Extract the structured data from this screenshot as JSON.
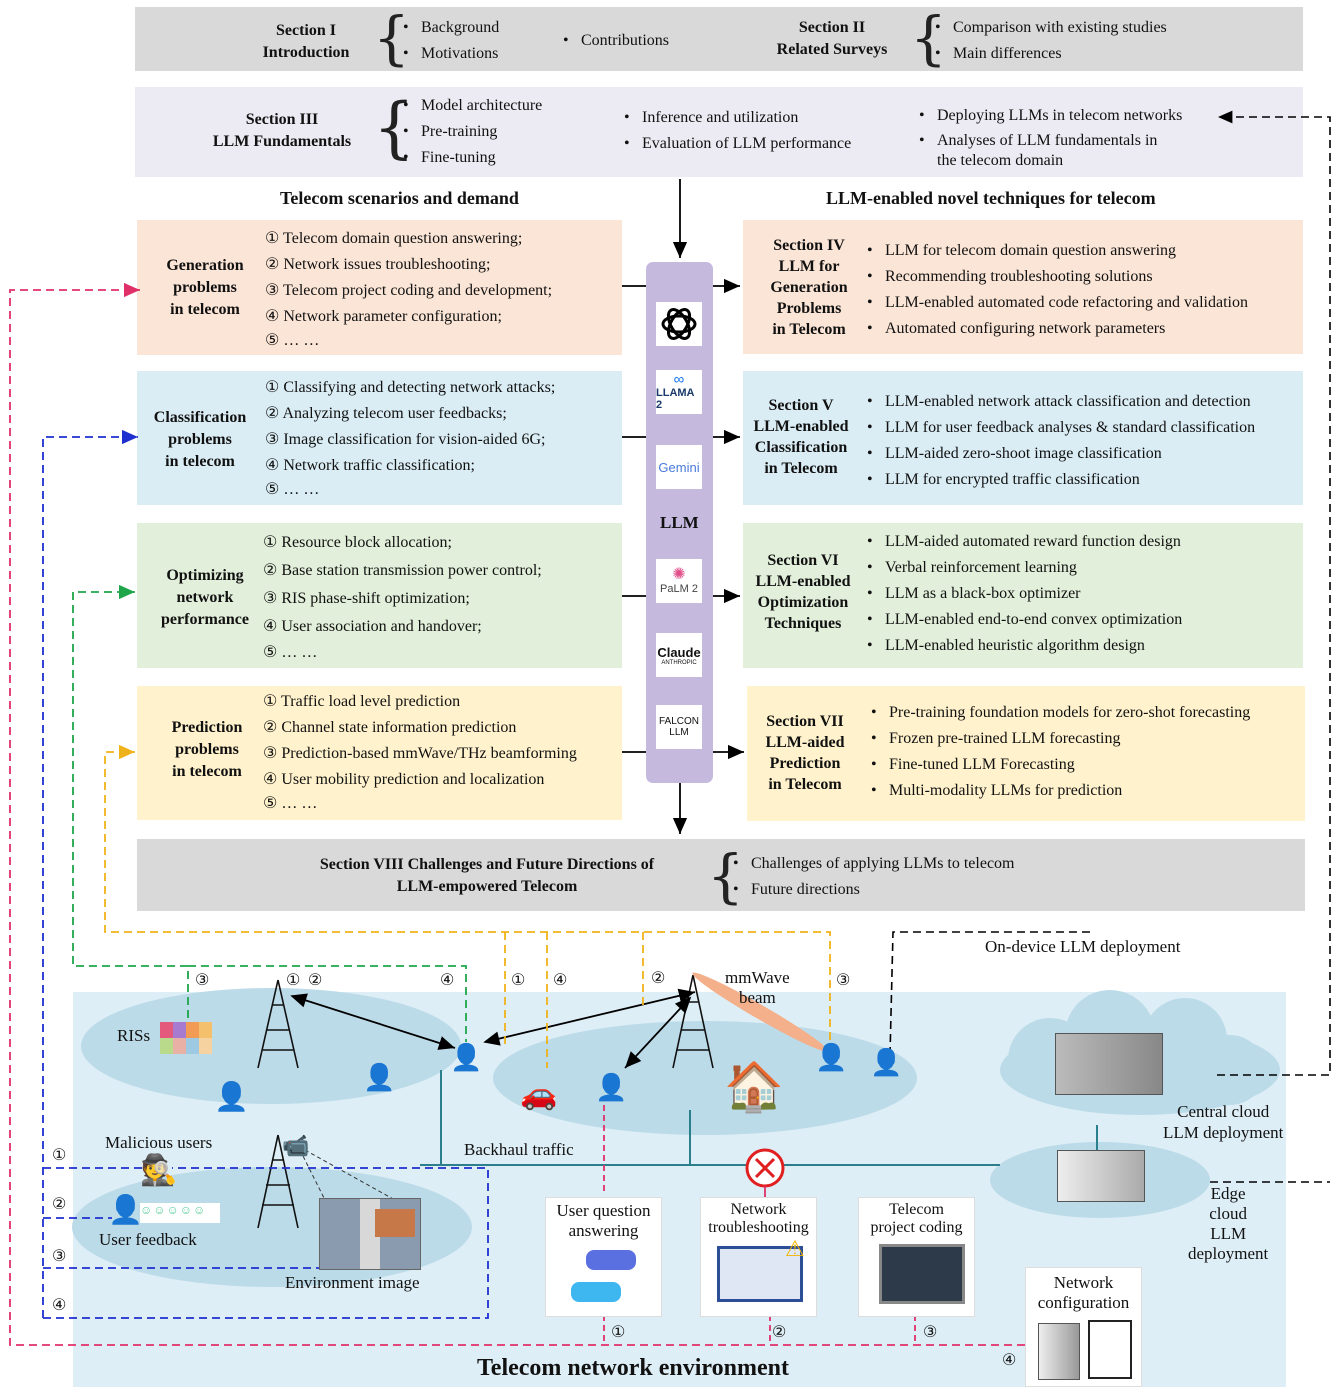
{
  "top": {
    "sec1": {
      "title": "Section I",
      "subtitle": "Introduction",
      "items": [
        "Background",
        "Motivations"
      ],
      "extra": "Contributions"
    },
    "sec2": {
      "title": "Section II",
      "subtitle": "Related Surveys",
      "items": [
        "Comparison with existing studies",
        "Main differences"
      ]
    },
    "sec3": {
      "title": "Section III",
      "subtitle": "LLM Fundamentals",
      "col1": [
        "Model architecture",
        "Pre-training",
        "Fine-tuning"
      ],
      "col2": [
        "Inference and utilization",
        "Evaluation of LLM performance"
      ],
      "col3a": "Deploying LLMs in telecom networks",
      "col3b1": "Analyses of LLM fundamentals in",
      "col3b2": "the telecom domain"
    }
  },
  "headers": {
    "left": "Telecom scenarios and demand",
    "right": "LLM-enabled novel techniques for telecom"
  },
  "problems": [
    {
      "title": [
        "Generation",
        "problems",
        "in telecom"
      ],
      "items": [
        "① Telecom domain question answering;",
        "② Network issues troubleshooting;",
        "③ Telecom project coding and development;",
        "④ Network parameter configuration;",
        "⑤ … …"
      ]
    },
    {
      "title": [
        "Classification",
        "problems",
        "in telecom"
      ],
      "items": [
        "① Classifying and detecting network attacks;",
        "② Analyzing telecom user feedbacks;",
        "③ Image classification for vision-aided 6G;",
        "④ Network traffic classification;",
        "⑤ … …"
      ]
    },
    {
      "title": [
        "Optimizing",
        "network",
        "performance"
      ],
      "items": [
        "① Resource block allocation;",
        "② Base station transmission power control;",
        "③ RIS phase-shift optimization;",
        "④ User association and handover;",
        "⑤ … …"
      ]
    },
    {
      "title": [
        "Prediction",
        "problems",
        "in telecom"
      ],
      "items": [
        "① Traffic load level prediction",
        "② Channel state information prediction",
        "③ Prediction-based mmWave/THz beamforming",
        "④ User mobility prediction and localization",
        "⑤ … …"
      ]
    }
  ],
  "sections": [
    {
      "title": [
        "Section IV",
        "LLM for",
        "Generation",
        "Problems",
        "in Telecom"
      ],
      "items": [
        "LLM for telecom domain question answering",
        "Recommending troubleshooting solutions",
        "LLM-enabled automated code refactoring and validation",
        "Automated configuring network parameters"
      ]
    },
    {
      "title": [
        "Section V",
        "LLM-enabled",
        "Classification",
        "in Telecom"
      ],
      "items": [
        "LLM-enabled network attack classification and detection",
        "LLM for user feedback analyses & standard classification",
        "LLM-aided zero-shoot image classification",
        "LLM for encrypted traffic classification"
      ]
    },
    {
      "title": [
        "Section VI",
        "LLM-enabled",
        "Optimization",
        "Techniques"
      ],
      "items": [
        "LLM-aided automated reward function design",
        "Verbal reinforcement learning",
        "LLM as a black-box optimizer",
        "LLM-enabled end-to-end convex optimization",
        "LLM-enabled heuristic algorithm design"
      ]
    },
    {
      "title": [
        "Section VII",
        "LLM-aided",
        "Prediction",
        "in Telecom"
      ],
      "items": [
        "Pre-training foundation models for zero-shot forecasting",
        "Frozen pre-trained LLM forecasting",
        "Fine-tuned LLM Forecasting",
        "Multi-modality LLMs for prediction"
      ]
    }
  ],
  "llm": {
    "label": "LLM",
    "logos": [
      "LLAMA 2",
      "Gemini",
      "PaLM 2",
      "Claude",
      "ANTHROPIC",
      "FALCON",
      "LLM"
    ]
  },
  "sec8": {
    "title1": "Section VIII Challenges and Future Directions of",
    "title2": "LLM-empowered Telecom",
    "items": [
      "Challenges of applying LLMs to telecom",
      "Future directions"
    ]
  },
  "env": {
    "title": "Telecom network environment",
    "on_device": "On-device LLM deployment",
    "riss": "RISs",
    "malicious": "Malicious users",
    "user_feedback": "User feedback",
    "env_image": "Environment image",
    "backhaul": "Backhaul traffic",
    "mmwave": [
      "mmWave",
      "beam"
    ],
    "central": [
      "Central cloud",
      "LLM deployment"
    ],
    "edge": [
      "Edge",
      "cloud",
      "LLM",
      "deployment"
    ],
    "uqa": [
      "User question",
      "answering"
    ],
    "troubleshoot": [
      "Network",
      "troubleshooting"
    ],
    "coding": [
      "Telecom",
      "project coding"
    ],
    "netconf": [
      "Network",
      "configuration"
    ],
    "marks": {
      "c1": "①",
      "c2": "②",
      "c3": "③",
      "c4": "④"
    }
  },
  "colors": {
    "gray": "#d9d9d9",
    "lavender": "#ecebf3",
    "gen": "#fbe5d6",
    "cls": "#daedf4",
    "opt": "#e2efda",
    "pred": "#fff2cc",
    "llm": "#c5b9de",
    "env": "#deeef6",
    "ellipse": "#bcdbe9"
  }
}
